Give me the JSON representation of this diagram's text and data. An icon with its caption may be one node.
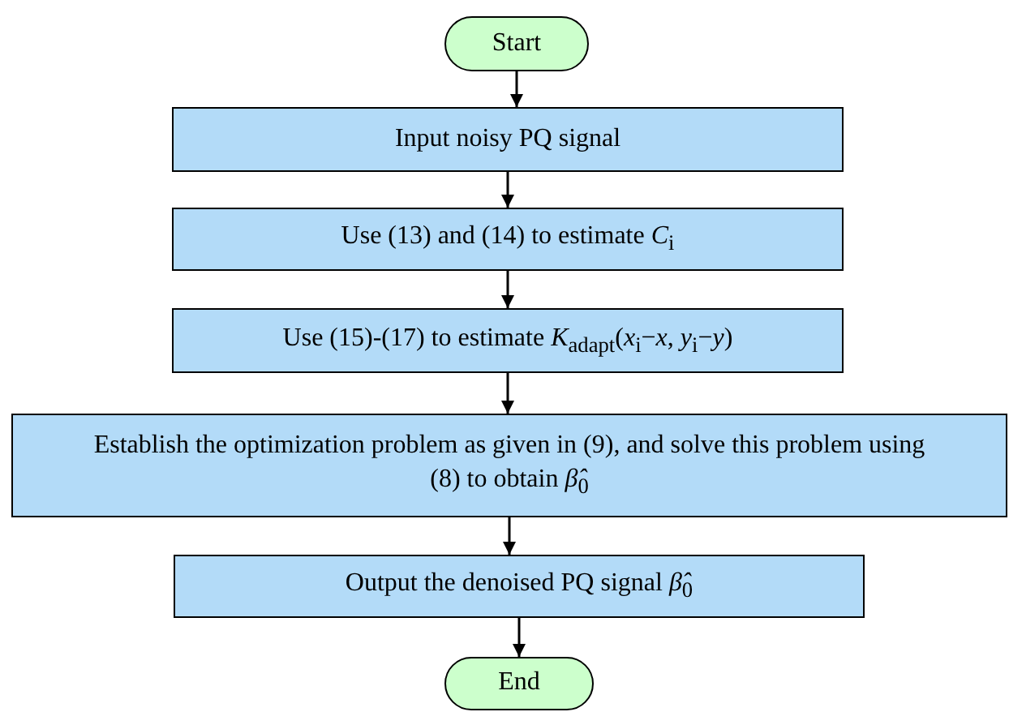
{
  "diagram": {
    "nodes": [
      {
        "text": [
          "Start"
        ]
      },
      {
        "text": [
          "Input noisy PQ signal"
        ]
      },
      {
        "text": [
          "Use (13) and (14) to estimate *C*$_{i}$"
        ]
      },
      {
        "text": [
          "Use (15)-(17) to estimate *K*$_{adapt}$(*x*$_{i}$−*x*, *y*$_{i}$−*y*)"
        ]
      },
      {
        "text": [
          "Establish the optimization problem as given in (9), and solve this problem using (8) to obtain *β̂*$_{0}$"
        ]
      },
      {
        "text": [
          "Output the denoised PQ signal *β̂*$_{0}$"
        ]
      },
      {
        "text": [
          "End"
        ]
      }
    ],
    "edges": [
      {
        "from": 0,
        "to": 1,
        "arrow": "to"
      },
      {
        "from": 1,
        "to": 2,
        "arrow": "to"
      },
      {
        "from": 2,
        "to": 3,
        "arrow": "to"
      },
      {
        "from": 3,
        "to": 4,
        "arrow": "to"
      },
      {
        "from": 4,
        "to": 5,
        "arrow": "to"
      },
      {
        "from": 5,
        "to": 6,
        "arrow": "to"
      }
    ]
  }
}
